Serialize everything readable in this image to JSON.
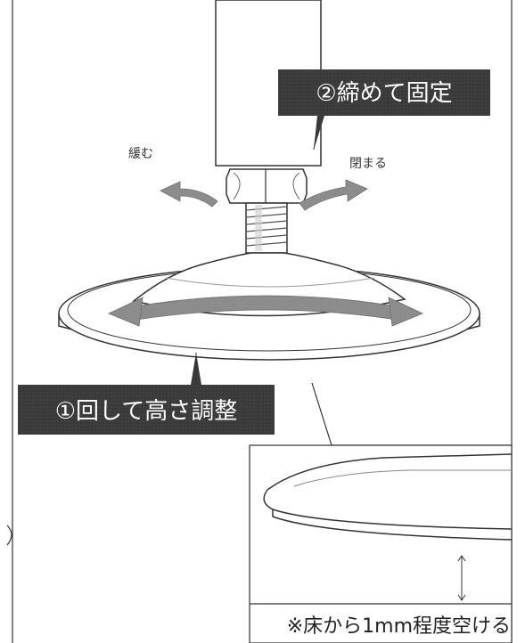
{
  "callout_tighten": "②締めて固定",
  "callout_adjust": "①回して高さ調整",
  "label_loosen": "緩む",
  "label_close": "閉まる",
  "note": "※床から1mm程度空ける",
  "colors": {
    "callout_bg": "#3a3a3a",
    "arrow_gray": "#8a8a8a",
    "line": "#333333"
  }
}
